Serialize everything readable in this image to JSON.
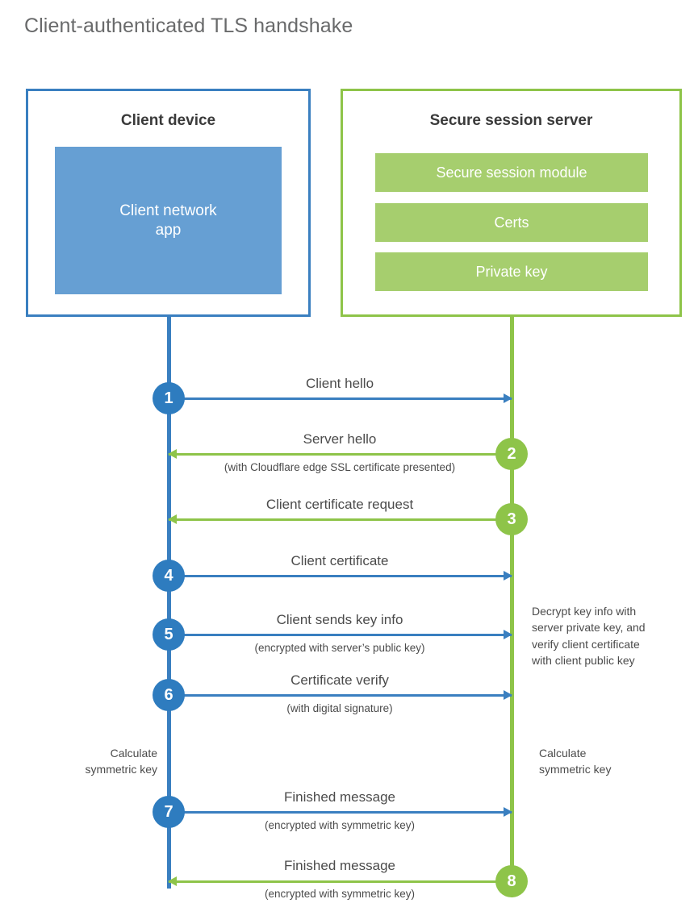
{
  "title": "Client-authenticated TLS handshake",
  "colors": {
    "blue": "#3a7fc0",
    "blue_badge": "#2e7cbf",
    "blue_fill": "#669fd3",
    "green": "#8ec449",
    "green_fill": "#a6ce6e",
    "text": "#4b4b4b",
    "title_text": "#696a6b"
  },
  "client": {
    "title": "Client device",
    "app_label": "Client network\napp",
    "app_label_line1": "Client network",
    "app_label_line2": "app",
    "note": "Calculate\nsymmetric key",
    "note_line1": "Calculate",
    "note_line2": "symmetric key"
  },
  "server": {
    "title": "Secure session server",
    "modules": [
      {
        "label": "Secure session module"
      },
      {
        "label": "Certs"
      },
      {
        "label": "Private key"
      }
    ],
    "decrypt_note": "Decrypt key info with server private key, and verify client certificate with client public key",
    "decrypt_note_lines": [
      "Decrypt key info with",
      "server private key, and",
      "verify client certificate",
      "with client public key"
    ],
    "note": "Calculate\nsymmetric key",
    "note_line1": "Calculate",
    "note_line2": "symmetric key"
  },
  "steps": [
    {
      "number": "1",
      "label": "Client hello",
      "sublabel": "",
      "direction": "client-to-server",
      "color": "blue"
    },
    {
      "number": "2",
      "label": "Server hello",
      "sublabel": "(with Cloudflare edge SSL certificate presented)",
      "direction": "server-to-client",
      "color": "green"
    },
    {
      "number": "3",
      "label": "Client certificate request",
      "sublabel": "",
      "direction": "server-to-client",
      "color": "green"
    },
    {
      "number": "4",
      "label": "Client certificate",
      "sublabel": "",
      "direction": "client-to-server",
      "color": "blue"
    },
    {
      "number": "5",
      "label": "Client sends key info",
      "sublabel": "(encrypted with server’s public key)",
      "direction": "client-to-server",
      "color": "blue"
    },
    {
      "number": "6",
      "label": "Certificate verify",
      "sublabel": "(with digital signature)",
      "direction": "client-to-server",
      "color": "blue"
    },
    {
      "number": "7",
      "label": "Finished message",
      "sublabel": "(encrypted with symmetric key)",
      "direction": "client-to-server",
      "color": "blue"
    },
    {
      "number": "8",
      "label": "Finished message",
      "sublabel": "(encrypted with symmetric key)",
      "direction": "server-to-client",
      "color": "green"
    }
  ]
}
